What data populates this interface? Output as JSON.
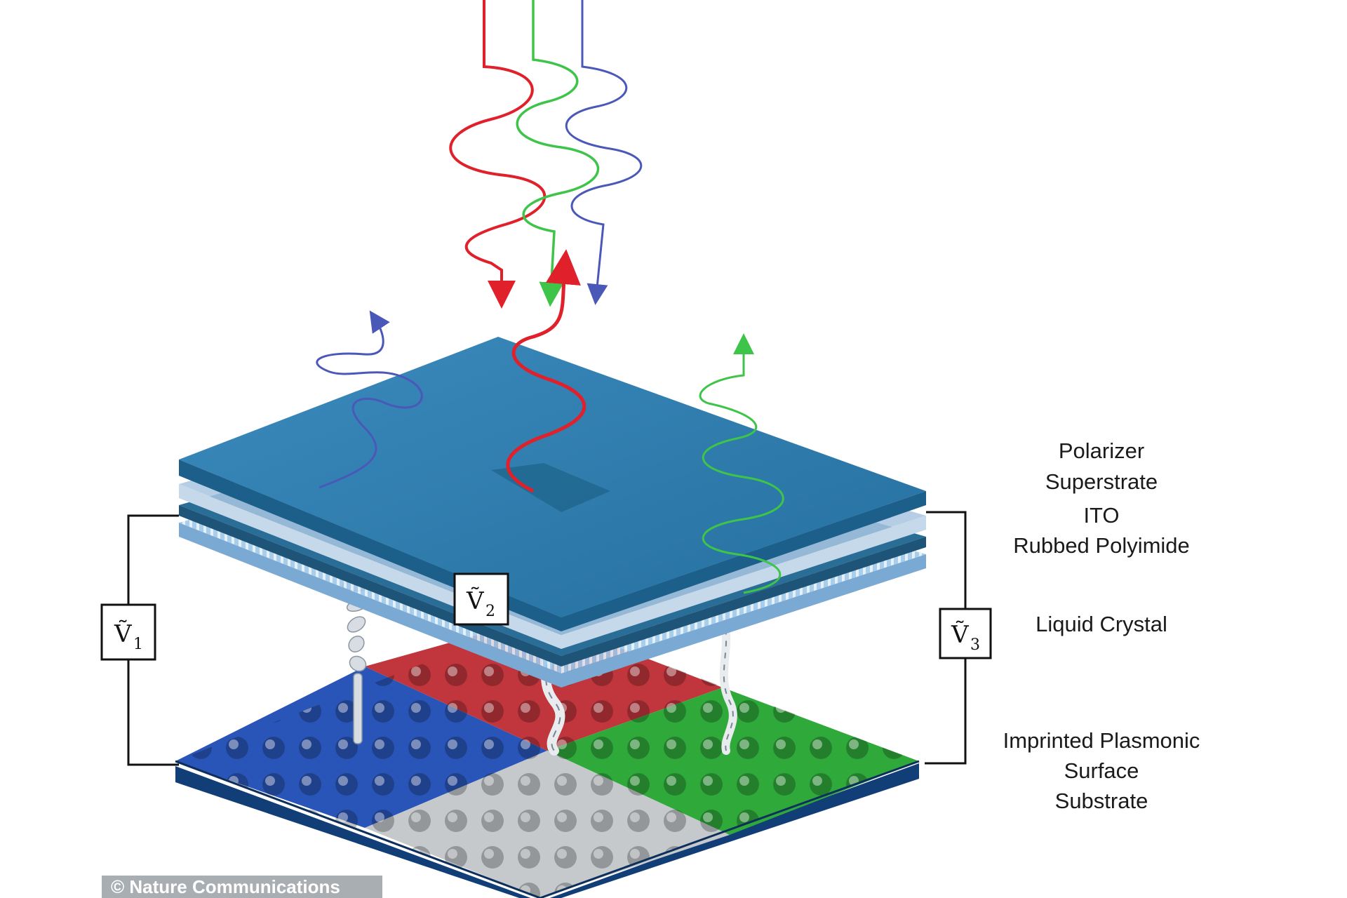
{
  "layer_labels": {
    "polarizer": "Polarizer",
    "superstrate": "Superstrate",
    "ito": "ITO",
    "polyimide": "Rubbed Polyimide",
    "liquid_crystal": "Liquid Crystal",
    "substrate_line1": "Imprinted Plasmonic",
    "substrate_line2": "Surface",
    "substrate_line3": "Substrate"
  },
  "voltage_sources": [
    {
      "symbol": "Ṽ",
      "subscript": "1"
    },
    {
      "symbol": "Ṽ",
      "subscript": "2"
    },
    {
      "symbol": "Ṽ",
      "subscript": "3"
    }
  ],
  "credit": "© Nature Communications",
  "colors": {
    "red": "#e0202a",
    "green": "#3fc44a",
    "blue": "#4a58b8",
    "layer_blue": "#2f7fb0",
    "substrate_blue": "#2a55b8",
    "substrate_red": "#c0363c",
    "substrate_green": "#2faa3a",
    "substrate_gray": "#c6c9cc"
  }
}
